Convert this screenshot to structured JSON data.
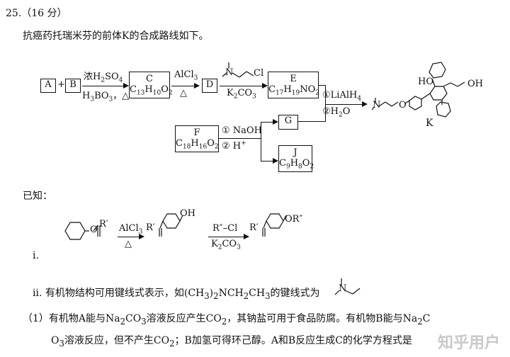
{
  "question": {
    "number": "25.",
    "points": "（16 分）",
    "intro": "抗癌药托瑞米芬的前体K的合成路线如下。"
  },
  "scheme": {
    "A": "A",
    "plus": "+",
    "B": "B",
    "reagent1_top_prefix": "浓H",
    "reagent1_top_s1": "2",
    "reagent1_top_mid": "SO",
    "reagent1_top_s2": "4",
    "reagent1_bottom_prefix": "H",
    "reagent1_bottom_s1": "3",
    "reagent1_bottom_mid": "BO",
    "reagent1_bottom_s2": "3",
    "reagent1_bottom_suffix": "，△",
    "C_label": "C",
    "C_formula_base": "C",
    "C_s1": "13",
    "C_mid": "H",
    "C_s2": "10",
    "C_end": "O",
    "C_s3": "2",
    "reagent2_top": "AlCl",
    "reagent2_top_s": "3",
    "reagent2_bottom": "△",
    "D": "D",
    "reagent3_bottom": "K",
    "reagent3_bottom_s1": "2",
    "reagent3_bottom_mid": "CO",
    "reagent3_bottom_s2": "3",
    "reagent3_cl": "Cl",
    "reagent3_n": "N",
    "E_label": "E",
    "E_formula_base": "C",
    "E_s1": "17",
    "E_mid": "H",
    "E_s2": "19",
    "E_mid2": "NO",
    "E_s3": "2",
    "step_top": "①LiAlH",
    "step_top_s": "4",
    "step_bottom": "②H",
    "step_bottom_s": "2",
    "step_bottom_end": "O",
    "G": "G",
    "F_label": "F",
    "F_formula_base": "C",
    "F_s1": "18",
    "F_mid": "H",
    "F_s2": "16",
    "F_end": "O",
    "F_s3": "2",
    "naoh": "① NaOH",
    "hplus": "② H",
    "hplus_sup": "+",
    "J_label": "J",
    "J_formula_base": "C",
    "J_s1": "9",
    "J_mid": "H",
    "J_s2": "8",
    "J_end": "O",
    "J_s3": "2",
    "K": "K",
    "ho": "HO",
    "oh": "OH",
    "n": "N",
    "o": "O"
  },
  "known": {
    "heading": "已知：",
    "rxn_rprime": "R′",
    "rxn_reagent1_top": "AlCl",
    "rxn_reagent1_top_s": "3",
    "rxn_reagent1_bottom": "△",
    "rxn_oh": "OH",
    "rxn_reagent2_top": "R″–Cl",
    "rxn_reagent2_bottom": "K",
    "rxn_reagent2_bottom_s1": "2",
    "rxn_reagent2_bottom_mid": "CO",
    "rxn_reagent2_bottom_s2": "3",
    "rxn_or": "OR″",
    "item_i": "ⅰ.",
    "item_ii_prefix": "ⅱ. 有机物结构可用键线式表示，如(CH",
    "item_ii_s1": "3",
    "item_ii_mid": ")",
    "item_ii_s2": "2",
    "item_ii_mid2": "NCH",
    "item_ii_s3": "2",
    "item_ii_mid3": "CH",
    "item_ii_s4": "3",
    "item_ii_suffix": "的键线式为",
    "item_ii_n": "N"
  },
  "part1": {
    "line1_a": "（1）有机物A能与Na",
    "line1_s1": "2",
    "line1_b": "CO",
    "line1_s2": "3",
    "line1_c": "溶液反应产生CO",
    "line1_s3": "2",
    "line1_d": "，其钠盐可用于食品防腐。有机物B能与Na",
    "line1_s4": "2",
    "line1_e": "C",
    "line2_a": "O",
    "line2_s1": "3",
    "line2_b": "溶液反应，但不产生CO",
    "line2_s2": "2",
    "line2_c": "；B加氢可得环己醇。A和B反应生成C的化学方程式是",
    "watermark": "知乎用户"
  }
}
